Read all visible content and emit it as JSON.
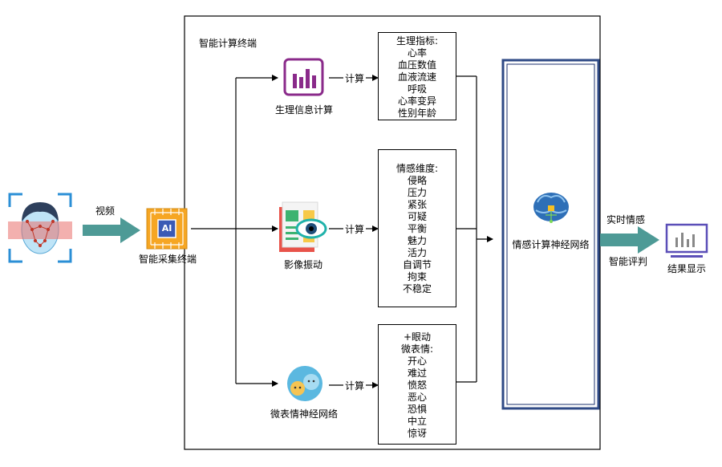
{
  "computing_terminal": {
    "label": "智能计算终端"
  },
  "input": {
    "video_label": "视频",
    "collector_label": "智能采集终端",
    "collector_chip_text": "AI"
  },
  "branches": {
    "physio": {
      "label": "生理信息计算",
      "arrow_label": "计算",
      "title": "生理指标:",
      "items": [
        "心率",
        "血压数值",
        "血液流速",
        "呼吸",
        "心率变异",
        "性别年龄"
      ]
    },
    "image": {
      "label": "影像振动",
      "arrow_label": "计算",
      "title": "情感维度:",
      "items": [
        "侵略",
        "压力",
        "紧张",
        "可疑",
        "平衡",
        "魅力",
        "活力",
        "自调节",
        "拘束",
        "不稳定"
      ]
    },
    "micro": {
      "label": "微表情神经网络",
      "arrow_label": "计算",
      "title": "+眼动",
      "subtitle": "微表情:",
      "items": [
        "开心",
        "难过",
        "愤怒",
        "恶心",
        "恐惧",
        "中立",
        "惊讶"
      ]
    }
  },
  "neural_net": {
    "label": "情感计算神经网络"
  },
  "output": {
    "top_label": "实时情感",
    "bottom_label": "智能评判",
    "display_label": "结果显示"
  }
}
